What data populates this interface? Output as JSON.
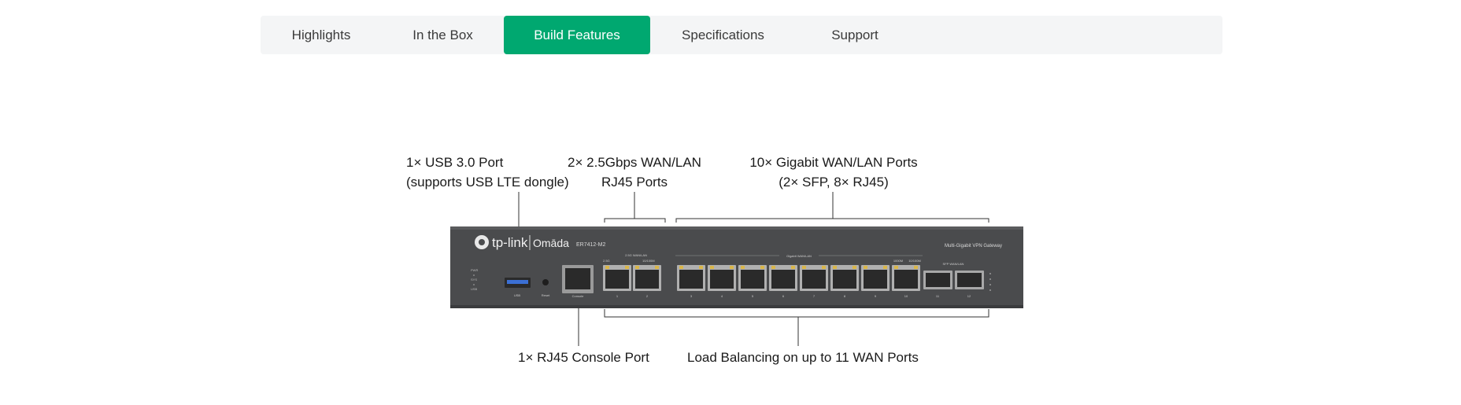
{
  "tabs": [
    {
      "label": "Highlights",
      "active": false
    },
    {
      "label": "In the Box",
      "active": false
    },
    {
      "label": "Build Features",
      "active": true
    },
    {
      "label": "Specifications",
      "active": false
    },
    {
      "label": "Support",
      "active": false
    }
  ],
  "callouts": {
    "usb": {
      "line1": "1× USB 3.0 Port",
      "line2": "(supports USB LTE dongle)"
    },
    "multigig": {
      "line1": "2× 2.5Gbps WAN/LAN",
      "line2": "RJ45 Ports"
    },
    "gigabit": {
      "line1": "10× Gigabit WAN/LAN Ports",
      "line2": "(2× SFP, 8× RJ45)"
    },
    "console": {
      "line1": "1× RJ45 Console Port"
    },
    "load_balancing": {
      "line1": "Load Balancing on up to 11 WAN Ports"
    }
  },
  "device": {
    "brand": "tp-link",
    "sub_brand": "Omāda",
    "model": "ER7412-M2",
    "product_type": "Multi-Gigabit VPN Gateway",
    "led_labels": [
      "PWR",
      "SYS",
      "USB"
    ],
    "usb_label": "USB",
    "reset_label": "Reset",
    "console_label": "Console",
    "multigig_header": "2.5G WAN/LAN",
    "multigig_sub": "10/100M",
    "multigig_speed": "2.5G",
    "gigabit_header": "Gigabit WAN/LAN",
    "gigabit_speeds": [
      "1000M",
      "10/100M"
    ],
    "sfp_header": "SFP WAN/LAN",
    "port_numbers": [
      "1",
      "2",
      "3",
      "4",
      "5",
      "6",
      "7",
      "8",
      "9",
      "10",
      "11",
      "12"
    ],
    "colors": {
      "body": "#4a4b4d",
      "port": "#2a2a2a",
      "led": "#d9b64a",
      "accent": "#00a870"
    }
  }
}
